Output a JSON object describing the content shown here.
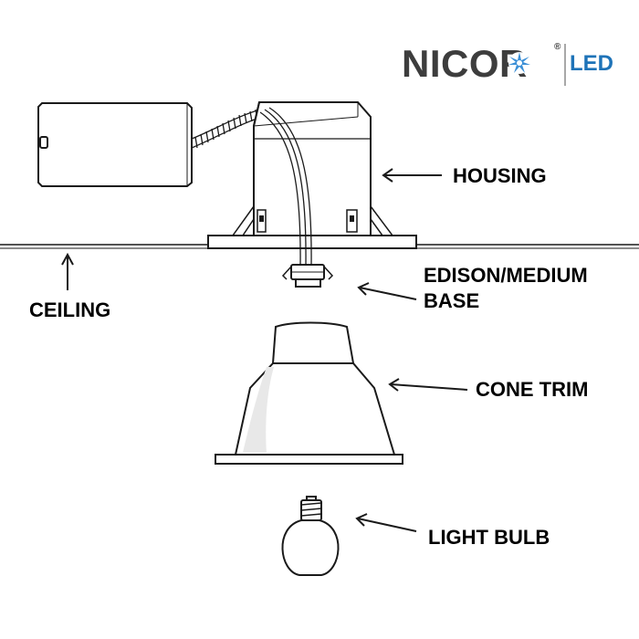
{
  "brand": {
    "name": "NICOR",
    "registered": "®",
    "sub": "LED",
    "colors": {
      "dark": "#3d3d3d",
      "blue": "#1e73b8",
      "star": "#3b8fd6"
    }
  },
  "labels": {
    "housing": "HOUSING",
    "base_line1": "EDISON/MEDIUM",
    "base_line2": "BASE",
    "cone_trim": "CONE TRIM",
    "light_bulb": "LIGHT BULB",
    "ceiling": "CEILING"
  },
  "colors": {
    "line": "#1a1a1a",
    "shade": "#e8e8e8",
    "background": "#ffffff"
  },
  "icons": {
    "logo_star": "burst-star-icon",
    "arrows": "arrow-left-icon",
    "ceiling_arrow": "arrow-up-icon"
  }
}
